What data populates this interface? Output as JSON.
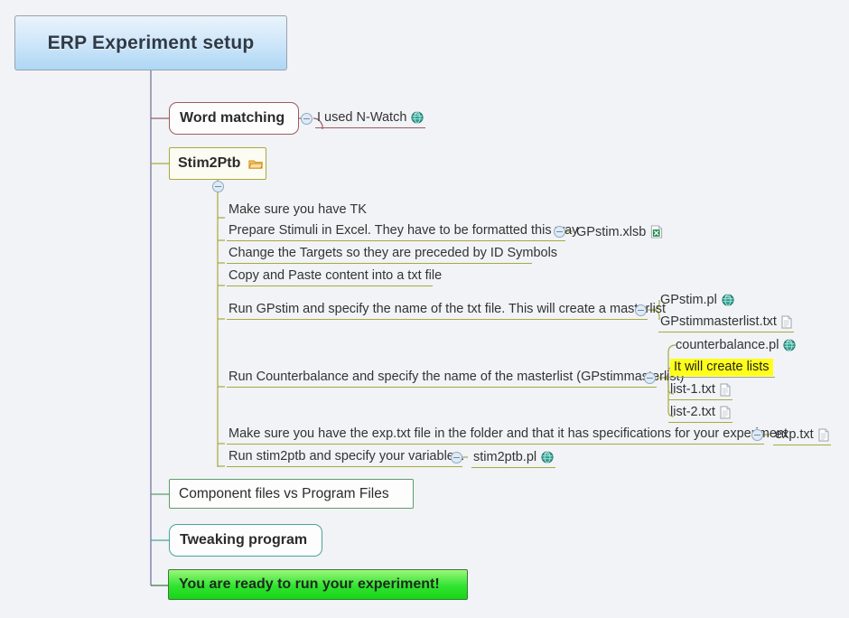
{
  "app": {
    "background": "#f1f3f7",
    "title": "ERP Experiment setup"
  },
  "root": {
    "label": "ERP Experiment setup",
    "color": "#aed7f5"
  },
  "branches": {
    "word_matching": {
      "label": "Word matching",
      "color": "#9c5b5f",
      "children": [
        {
          "label": "I used N-Watch",
          "icon": "globe-icon"
        }
      ]
    },
    "stim2ptb": {
      "label": "Stim2Ptb",
      "icon": "folder-icon",
      "color": "#a9a93d",
      "steps": [
        {
          "label": "Make sure you have TK"
        },
        {
          "label": "Prepare Stimuli in Excel. They have to be formatted this way",
          "children": [
            {
              "label": "GPstim.xlsb",
              "icon": "excel-icon"
            }
          ]
        },
        {
          "label": "Change the Targets so they are preceded by ID Symbols"
        },
        {
          "label": "Copy and Paste content into a txt file"
        },
        {
          "label": "Run GPstim and specify the name of the txt file. This will create a masterlist",
          "children": [
            {
              "label": "GPstim.pl",
              "icon": "globe-icon"
            },
            {
              "label": "GPstimmasterlist.txt",
              "icon": "document-icon"
            }
          ]
        },
        {
          "label": "Run Counterbalance and specify the name of the masterlist (GPstimmasterlist)",
          "children": [
            {
              "label": "counterbalance.pl",
              "icon": "globe-icon"
            },
            {
              "label": "It will create lists",
              "highlight": "#ffff1a"
            },
            {
              "label": "list-1.txt",
              "icon": "document-icon"
            },
            {
              "label": "list-2.txt",
              "icon": "document-icon"
            }
          ]
        },
        {
          "label": "Make sure you have the exp.txt file in the folder and that it has specifications for your experiment",
          "children": [
            {
              "label": "exp.txt",
              "icon": "document-icon"
            }
          ]
        },
        {
          "label": "Run stim2ptb and specify your variables.",
          "children": [
            {
              "label": "stim2ptb.pl",
              "icon": "globe-icon"
            }
          ]
        }
      ]
    },
    "component_files": {
      "label": "Component files vs Program Files",
      "color": "#5f9c6b"
    },
    "tweaking": {
      "label": "Tweaking program",
      "color": "#4aa39a"
    },
    "ready": {
      "label": "You are ready to run your experiment!",
      "color": "#32e332"
    }
  }
}
